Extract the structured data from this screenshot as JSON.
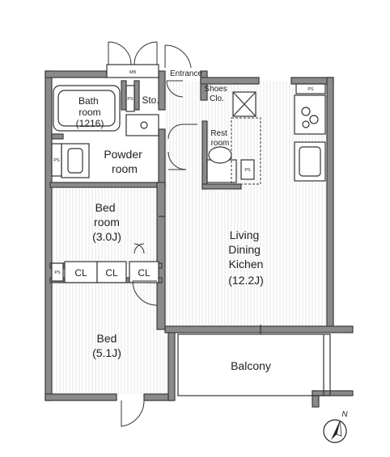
{
  "rooms": {
    "bathroom": {
      "name": "Bath\nroom",
      "size": "(1216)"
    },
    "storage": "Sto.",
    "entrance": "Entrance",
    "shoes_closet": "Shoes\nClo.",
    "powder_room": "Powder\nroom",
    "restroom": "Rest\nroom",
    "bedroom_small": {
      "name": "Bed\nroom",
      "size": "(3.0J)"
    },
    "ldk": {
      "name": "Living\nDining\nKichen",
      "size": "(12.2J)"
    },
    "bedroom_large": {
      "name": "Bed",
      "size": "(5.1J)"
    },
    "balcony": "Balcony"
  },
  "closets": [
    "CL",
    "CL",
    "CL"
  ],
  "tags": {
    "mb": "MB",
    "ps": "PS"
  },
  "compass": {
    "letter": "N",
    "icon": "north-arrow-icon"
  }
}
